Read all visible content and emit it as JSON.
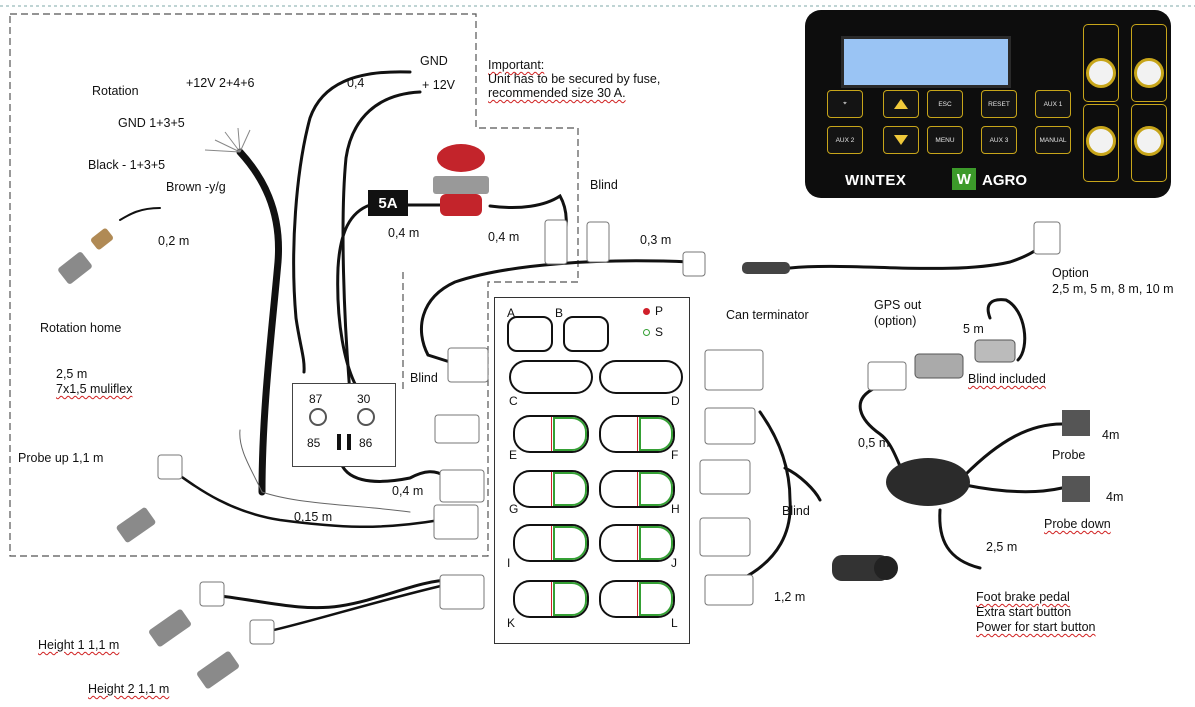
{
  "panel": {
    "brand_left": "WINTEX",
    "brand_mark": "W",
    "brand_right": "AGRO",
    "buttons": {
      "esc": "ESC",
      "reset": "RESET",
      "aux1": "AUX 1",
      "aux2": "AUX 2",
      "aux3": "AUX 3",
      "menu": "MENU",
      "manual": "MANUAL"
    }
  },
  "fuse": "5A",
  "relay": {
    "pin87": "87",
    "pin30": "30",
    "pin85": "85",
    "pin86": "86"
  },
  "board": {
    "legend_p": "P",
    "legend_s": "S",
    "connectors": [
      "A",
      "B",
      "C",
      "D",
      "E",
      "F",
      "G",
      "H",
      "I",
      "J",
      "K",
      "L"
    ],
    "colors": {
      "p": "#d0202a",
      "s": "#35a035"
    }
  },
  "labels": {
    "gnd": "GND",
    "v12": "+ 12V",
    "important_title": "Important:",
    "important_l1": "Unit has to be secured by fuse,",
    "important_l2": "recommended size 30 A.",
    "rotation": "Rotation",
    "plus12_246": "+12V 2+4+6",
    "gnd_135": "GND 1+3+5",
    "black_135": "Black - 1+3+5",
    "brown_yg": "Brown -y/g",
    "len_02": "0,2 m",
    "len_04_top": "0,4",
    "len_04_fuse": "0,4 m",
    "len_04_valve": "0,4 m",
    "blind_top": "Blind",
    "len_03": "0,3 m",
    "option_title": "Option",
    "option_lengths": "2,5 m, 5 m, 8 m, 10 m",
    "can_terminator": "Can terminator",
    "gps_out": "GPS out",
    "gps_option": "(option)",
    "len_5m": "5 m",
    "blind_included": "Blind included",
    "rotation_home": "Rotation home",
    "len_25_cable": "2,5 m",
    "multiflex": "7x1,5 muliflex",
    "blind_left": "Blind",
    "len_05": "0,5 m",
    "probe_4m": "4m",
    "probe": "Probe",
    "probe_down_4m": "4m",
    "probe_down": "Probe down",
    "probe_up": "Probe up 1,1 m",
    "len_04_relay": "0,4 m",
    "len_015": "0,15 m",
    "blind_right": "Blind",
    "len_25_foot": "2,5 m",
    "len_12": "1,2 m",
    "foot_brake": "Foot brake pedal",
    "extra_start": "Extra start button",
    "power_start": "Power for start button",
    "height1": "Height 1  1,1 m",
    "height2": "Height 2 1,1 m"
  }
}
